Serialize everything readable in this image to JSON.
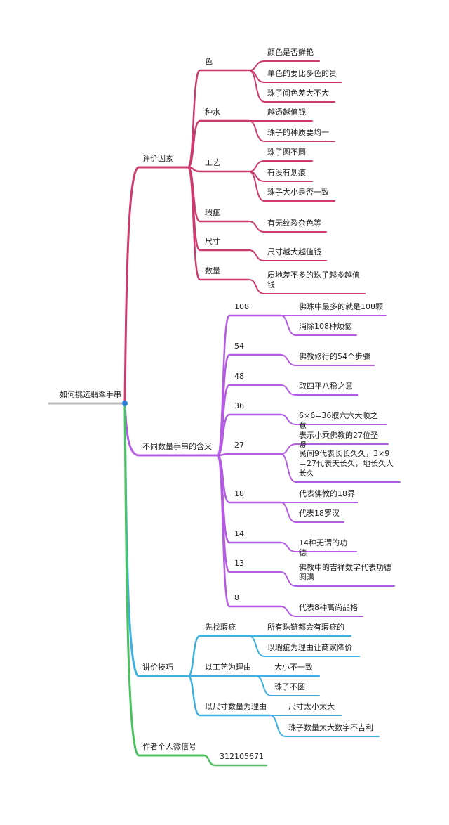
{
  "colors": {
    "root": "#b8b8b8",
    "dot": "#2f7fd8",
    "evaluation": "#cc3a6e",
    "meanings": "#b45be3",
    "bargain": "#3cb0df",
    "author": "#4cc160"
  },
  "root": {
    "label": "如何挑选翡翠手串"
  },
  "branches": [
    {
      "label": "评价因素",
      "children": [
        {
          "label": "色",
          "children": [
            {
              "label": "颜色是否鲜艳"
            },
            {
              "label": "单色的要比多色的贵"
            },
            {
              "label": "珠子间色差大不大"
            }
          ]
        },
        {
          "label": "种水",
          "children": [
            {
              "label": "越透越值钱"
            },
            {
              "label": "珠子的种质要均一"
            }
          ]
        },
        {
          "label": "工艺",
          "children": [
            {
              "label": "珠子圆不圆"
            },
            {
              "label": "有没有划痕"
            },
            {
              "label": "珠子大小是否一致"
            }
          ]
        },
        {
          "label": "瑕疵",
          "children": [
            {
              "label": "有无纹裂杂色等"
            }
          ]
        },
        {
          "label": "尺寸",
          "children": [
            {
              "label": "尺寸越大越值钱"
            }
          ]
        },
        {
          "label": "数量",
          "children": [
            {
              "label": "质地差不多的珠子越多越值钱"
            }
          ]
        }
      ]
    },
    {
      "label": "不同数量手串的含义",
      "children": [
        {
          "label": "108",
          "children": [
            {
              "label": "佛珠中最多的就是108颗"
            },
            {
              "label": "消除108种烦恼"
            }
          ]
        },
        {
          "label": "54",
          "children": [
            {
              "label": "佛教修行的54个步骤"
            }
          ]
        },
        {
          "label": "48",
          "children": [
            {
              "label": "取四平八稳之意"
            }
          ]
        },
        {
          "label": "36",
          "children": [
            {
              "label": "6×6=36取六六大顺之意"
            }
          ]
        },
        {
          "label": "27",
          "children": [
            {
              "label": "表示小乘佛教的27位圣贤"
            },
            {
              "label": "民间9代表长长久久，3×9＝27代表天长久，地长久人长久"
            }
          ]
        },
        {
          "label": "18",
          "children": [
            {
              "label": "代表佛教的18界"
            },
            {
              "label": "代表18罗汉"
            }
          ]
        },
        {
          "label": "14",
          "children": [
            {
              "label": "14种无谓的功德"
            }
          ]
        },
        {
          "label": "13",
          "children": [
            {
              "label": "佛教中的吉祥数字代表功德圆满"
            }
          ]
        },
        {
          "label": "8",
          "children": [
            {
              "label": "代表8种高尚品格"
            }
          ]
        }
      ]
    },
    {
      "label": "讲价技巧",
      "children": [
        {
          "label": "先找瑕疵",
          "children": [
            {
              "label": "所有珠链都会有瑕疵的"
            },
            {
              "label": "以瑕疵为理由让商家降价"
            }
          ]
        },
        {
          "label": "以工艺为理由",
          "children": [
            {
              "label": "大小不一致"
            },
            {
              "label": "珠子不圆"
            }
          ]
        },
        {
          "label": "以尺寸数量为理由",
          "children": [
            {
              "label": "尺寸太小太大"
            },
            {
              "label": "珠子数量太大数字不吉利"
            }
          ]
        }
      ]
    },
    {
      "label": "作者个人微信号",
      "children": [
        {
          "label": "312105671"
        }
      ]
    }
  ]
}
